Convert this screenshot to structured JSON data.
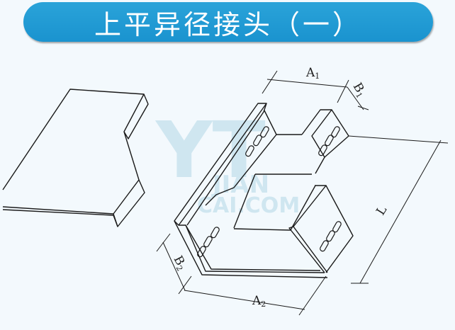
{
  "banner": {
    "title": "上平异径接头（一）",
    "color": "#1f9bd4"
  },
  "watermark": {
    "logo": "YT",
    "line1": "JIAN",
    "line2": "CAI.COM",
    "color": "#cfe6f0"
  },
  "labels": {
    "a1": "A",
    "a1_sub": "1",
    "b1": "B",
    "b1_sub": "1",
    "a2": "A",
    "a2_sub": "2",
    "b2": "B",
    "b2_sub": "2",
    "l": "L"
  },
  "figures": {
    "left": "cover-plate",
    "right": "reducer-tray-with-dimensions"
  }
}
